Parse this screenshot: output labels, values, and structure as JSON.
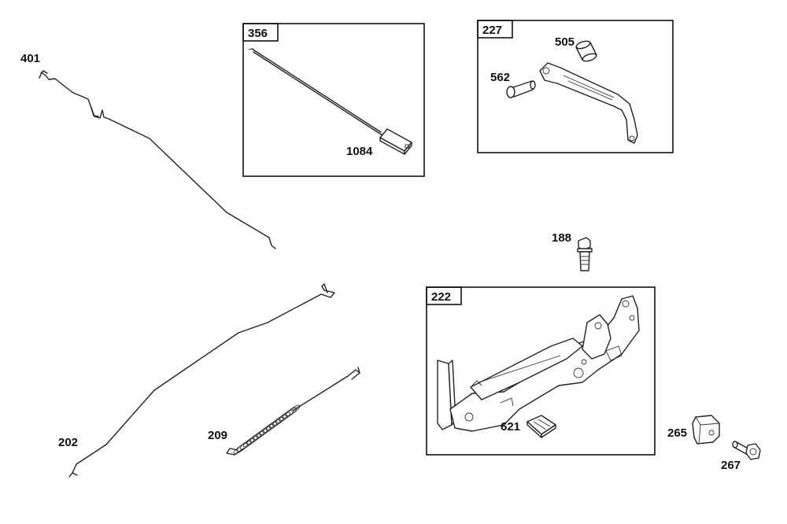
{
  "callouts": {
    "p401": "401",
    "p202": "202",
    "p209": "209",
    "p356": "356",
    "p1084": "1084",
    "p227": "227",
    "p505": "505",
    "p562": "562",
    "p188": "188",
    "p222": "222",
    "p621": "621",
    "p265": "265",
    "p267": "267"
  }
}
